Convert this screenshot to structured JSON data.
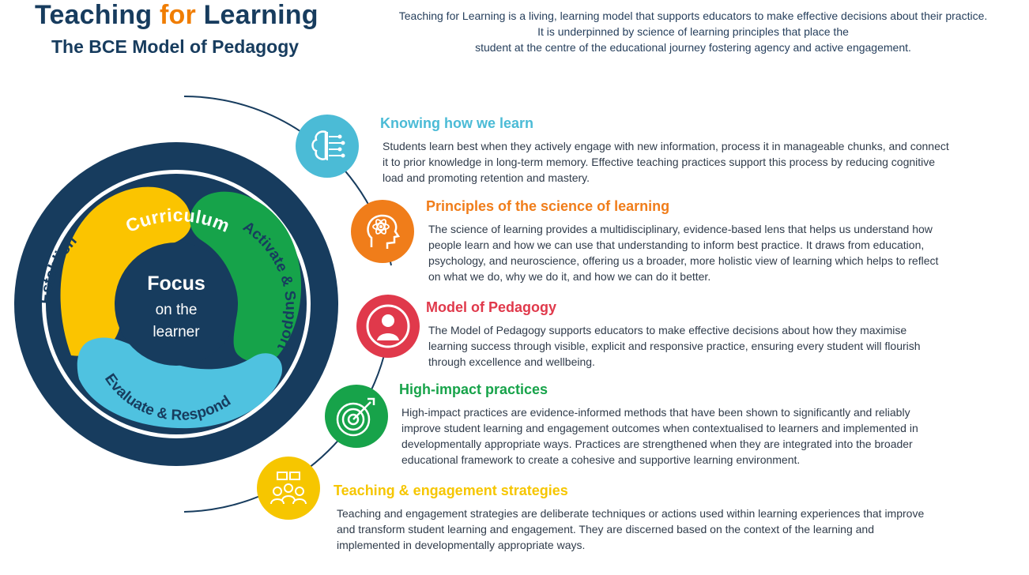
{
  "header": {
    "title_part1": "Teaching ",
    "title_accent": "for",
    "title_part2": " Learning",
    "subtitle": "The BCE Model of Pedagogy",
    "intro_lines": [
      "Teaching for Learning is a living, learning model that supports educators to make effective decisions about their practice.",
      "It is underpinned by science of learning principles that place the",
      "student at the centre of the educational journey fostering agency and active engagement."
    ]
  },
  "diagram": {
    "outer_ring_label": "Curriculum",
    "segment_establish": "Establish",
    "segment_activate": "Activate & Support",
    "segment_evaluate": "Evaluate & Respond",
    "center_title": "Focus",
    "center_line1": "on the",
    "center_line2": "learner"
  },
  "sections": [
    {
      "title": "Knowing how we learn",
      "icon": "brain-circuit-icon",
      "color": "#4bbbd6",
      "body": [
        "Students learn best when they actively engage with new information, process it in manageable chunks, and connect",
        "it to prior knowledge in long-term memory. Effective teaching practices support this process by reducing cognitive",
        "load and promoting retention and mastery."
      ]
    },
    {
      "title": "Principles of the science of learning",
      "icon": "head-atom-icon",
      "color": "#f07d1a",
      "body": [
        "The science of learning provides a multidisciplinary, evidence-based lens that helps us understand how",
        "people learn and how we can use that understanding to inform best practice. It draws from education,",
        "psychology, and neuroscience, offering us a broader, more holistic view of learning which helps to reflect",
        "on what we do, why we do it, and how we can do it better."
      ]
    },
    {
      "title": "Model of Pedagogy",
      "icon": "person-icon",
      "color": "#e0394b",
      "body": [
        "The Model of Pedagogy supports educators to make effective decisions about how they maximise",
        "learning success through visible, explicit and responsive practice, ensuring every student will flourish",
        "through excellence and wellbeing."
      ]
    },
    {
      "title": "High-impact practices",
      "icon": "target-icon",
      "color": "#17a34a",
      "body": [
        "High-impact practices are evidence-informed methods that have been shown to significantly and reliably",
        "improve student learning and engagement outcomes when contextualised to learners and implemented in",
        "developmentally appropriate ways. Practices are strengthened when they are integrated into the broader",
        "educational framework to create a cohesive and supportive learning environment."
      ]
    },
    {
      "title": "Teaching & engagement strategies",
      "icon": "group-collaboration-icon",
      "color": "#f6c600",
      "body": [
        "Teaching and engagement strategies are deliberate techniques or actions used within learning experiences that improve",
        "and transform student learning and engagement. They are discerned based on the context of the learning and",
        "implemented in developmentally appropriate ways."
      ]
    }
  ],
  "colors": {
    "navy": "#173c5e",
    "orange": "#f07d00",
    "yellow": "#fbc400",
    "green": "#16a34a",
    "light_blue": "#4fc2e0"
  }
}
